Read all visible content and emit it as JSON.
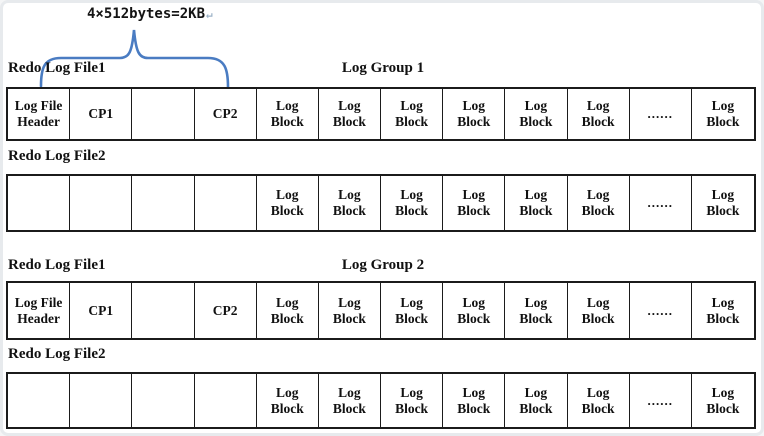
{
  "annotation": {
    "text": "4×512bytes=2KB",
    "return_mark": "↵"
  },
  "colors": {
    "brace": "#4a7cc2",
    "table_border": "#1b1b1b",
    "text": "#111111"
  },
  "groups": [
    {
      "title": "Log Group 1",
      "files": [
        {
          "label": "Redo Log File1",
          "cells": [
            "Log File Header",
            "CP1",
            "",
            "CP2",
            "Log Block",
            "Log Block",
            "Log Block",
            "Log Block",
            "Log Block",
            "Log Block",
            "......",
            "Log Block"
          ]
        },
        {
          "label": "Redo Log File2",
          "cells": [
            "",
            "",
            "",
            "",
            "Log Block",
            "Log Block",
            "Log Block",
            "Log Block",
            "Log Block",
            "Log Block",
            "......",
            "Log Block"
          ]
        }
      ]
    },
    {
      "title": "Log Group 2",
      "files": [
        {
          "label": "Redo Log File1",
          "cells": [
            "Log File Header",
            "CP1",
            "",
            "CP2",
            "Log Block",
            "Log Block",
            "Log Block",
            "Log Block",
            "Log Block",
            "Log Block",
            "......",
            "Log Block"
          ]
        },
        {
          "label": "Redo Log File2",
          "cells": [
            "",
            "",
            "",
            "",
            "Log Block",
            "Log Block",
            "Log Block",
            "Log Block",
            "Log Block",
            "Log Block",
            "......",
            "Log Block"
          ]
        }
      ]
    }
  ]
}
